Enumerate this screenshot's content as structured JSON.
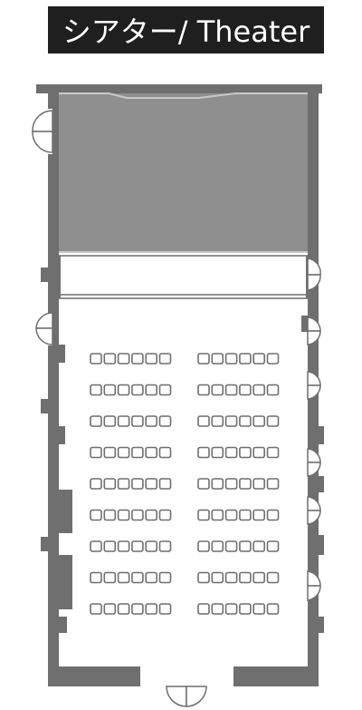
{
  "title": "シアター/ Theater",
  "colors": {
    "wall": "#6f6f6f",
    "stage": "#8f8f8f",
    "stage_edge": "#c9c9c9",
    "seat": "#6f6f6f",
    "title_bg": "#1f1f1f",
    "title_text": "#ffffff"
  },
  "seating": {
    "layout": "theater",
    "blocks": 2,
    "rows": 9,
    "seats_per_row_per_block": 6
  }
}
